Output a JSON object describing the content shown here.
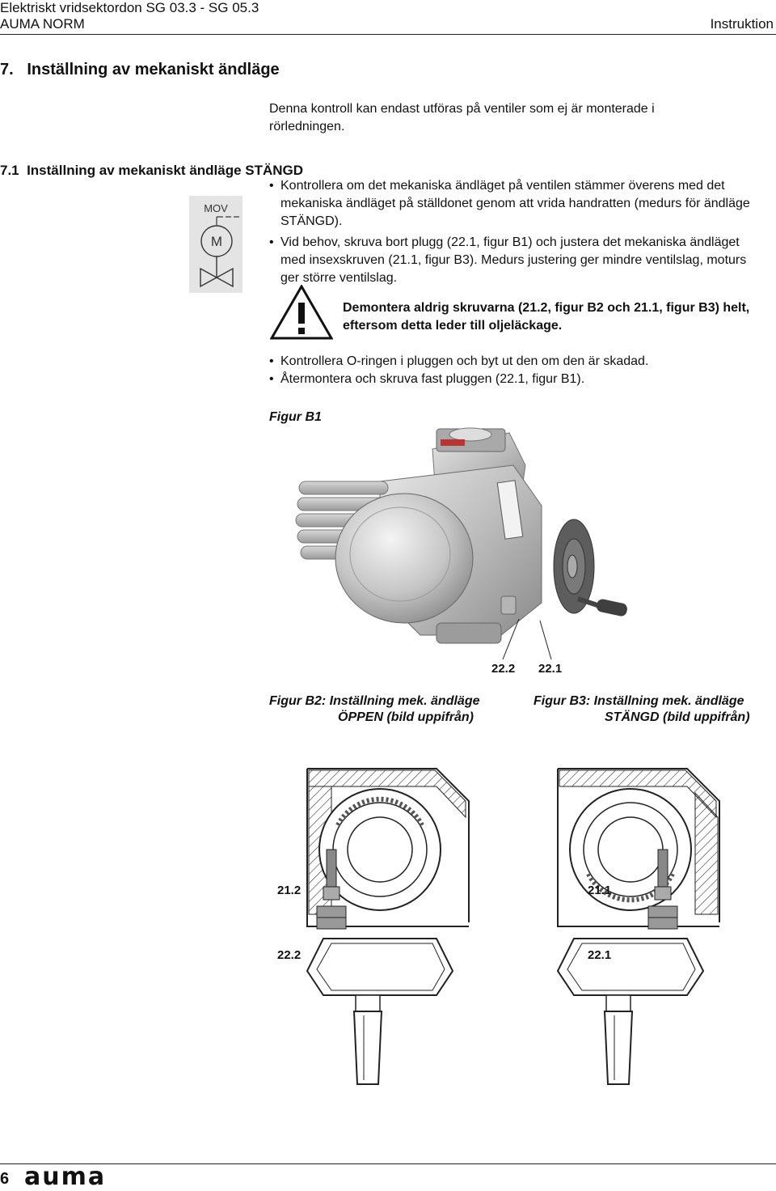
{
  "header": {
    "product_line1": "Elektriskt vridsektordon SG 03.3 - SG 05.3",
    "product_line2": "AUMA NORM",
    "doc_type": "Instruktion"
  },
  "section": {
    "title": "7.   Inställning av mekaniskt ändläge",
    "intro": "Denna kontroll kan endast utföras på ventiler som ej är monterade i rörledningen."
  },
  "subsection": {
    "title": "7.1  Inställning av mekaniskt ändläge STÄNGD",
    "symbol": {
      "label_top": "MOV",
      "label_motor": "M",
      "icon": "valve-actuator-icon"
    },
    "bullets1": [
      "Kontrollera om det mekaniska ändläget på ventilen stämmer överens med det mekaniska ändläget på ställdonet genom att vrida handratten (medurs för ändläge STÄNGD).",
      "Vid behov, skruva bort plugg (22.1, figur B1) och justera det mekaniska ändläget med insexskruven (21.1, figur B3). Medurs justering ger mindre ventilslag, moturs ger större ventilslag."
    ],
    "warning": {
      "icon": "warning-triangle-icon",
      "text": "Demontera aldrig skruvarna (21.2, figur B2 och 21.1, figur B3) helt, eftersom detta leder till oljeläckage."
    },
    "bullets2": [
      "Kontrollera O-ringen i pluggen och byt ut den om den är skadad.",
      "Återmontera och skruva fast pluggen (22.1, figur B1)."
    ]
  },
  "figure_b1": {
    "caption": "Figur B1",
    "label_a": "22.2",
    "label_b": "22.1",
    "image": "actuator-photo"
  },
  "figure_b2": {
    "caption_line1": "Figur B2: Inställning mek. ändläge",
    "caption_line2": "ÖPPEN (bild uppifrån)",
    "label_screw": "21.2",
    "label_plug": "22.2"
  },
  "figure_b3": {
    "caption_line1": "Figur B3: Inställning mek. ändläge",
    "caption_line2": "STÄNGD (bild uppifrån)",
    "label_screw": "21.1",
    "label_plug": "22.1"
  },
  "footer": {
    "page_number": "6",
    "logo_text": "auma"
  }
}
